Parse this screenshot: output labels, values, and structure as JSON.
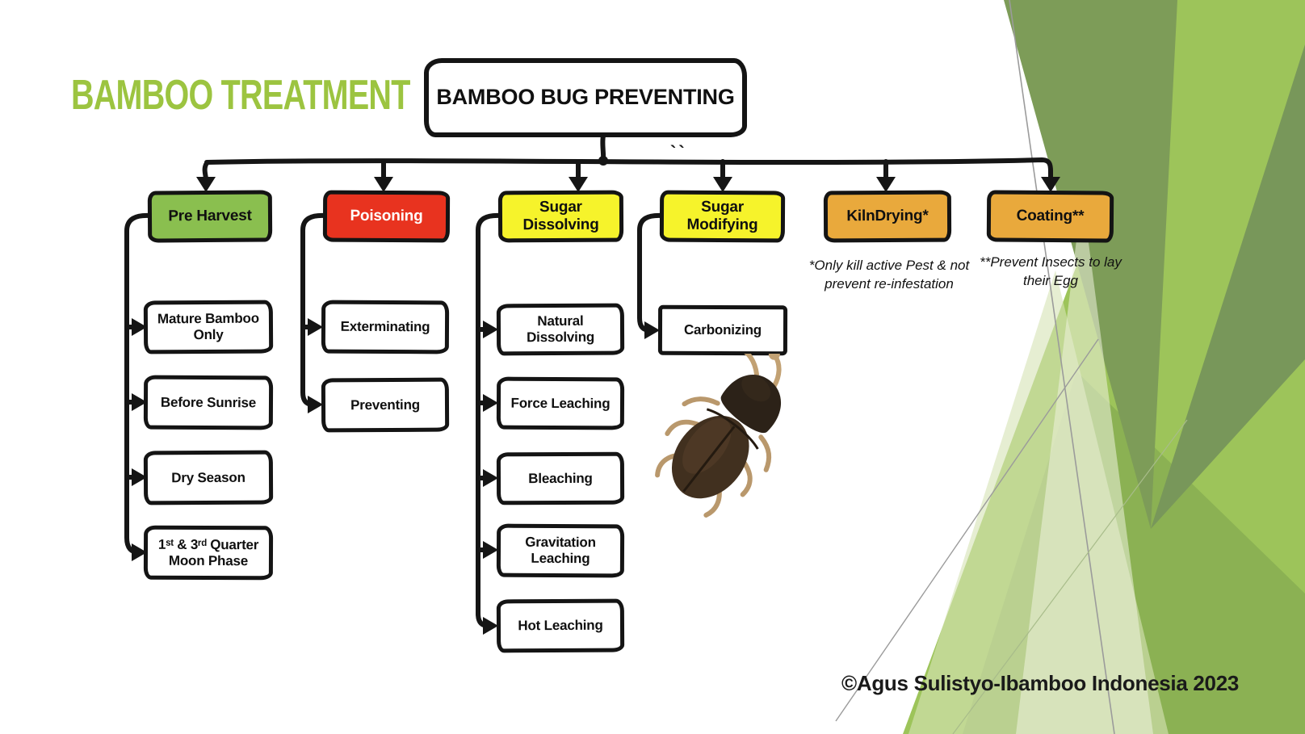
{
  "slide": {
    "title": "BAMBOO TREATMENT",
    "stray_marks": "``",
    "copyright": "©Agus Sulistyo-Ibamboo Indonesia 2023"
  },
  "tree": {
    "root": "BAMBOO BUG PREVENTING",
    "branches": [
      {
        "label": "Pre Harvest",
        "fill": "#8abf4f",
        "text_color": "#101010",
        "children": [
          "Mature Bamboo Only",
          "Before Sunrise",
          "Dry Season",
          "1ˢᵗ & 3ʳᵈ Quarter Moon Phase"
        ]
      },
      {
        "label": "Poisoning",
        "fill": "#e8331f",
        "text_color": "#ffffff",
        "children": [
          "Exterminating",
          "Preventing"
        ]
      },
      {
        "label": "Sugar Dissolving",
        "fill": "#f6f32b",
        "text_color": "#101010",
        "children": [
          "Natural Dissolving",
          "Force Leaching",
          "Bleaching",
          "Gravitation Leaching",
          "Hot Leaching"
        ]
      },
      {
        "label": "Sugar Modifying",
        "fill": "#f6f32b",
        "text_color": "#101010",
        "children": [
          "Carbonizing"
        ]
      },
      {
        "label": "KilnDrying*",
        "fill": "#e9a93c",
        "text_color": "#101010",
        "children": [],
        "footnote": "*Only kill active Pest & not prevent re-infestation"
      },
      {
        "label": "Coating**",
        "fill": "#e9a93c",
        "text_color": "#101010",
        "children": [],
        "footnote": "**Prevent Insects to lay their Egg"
      }
    ]
  },
  "figure": {
    "beetle": "bamboo-powderpost-beetle-photo"
  },
  "colors": {
    "title_green": "#9cc440",
    "box_green": "#8abf4f",
    "box_red": "#e8331f",
    "box_yellow": "#f6f32b",
    "box_orange": "#e9a93c",
    "line_black": "#141414",
    "bg_green_bright": "#9dc45a",
    "bg_green_dark": "#7d9c58",
    "bg_green_medium": "#8ab153",
    "bg_green_pale": "#d7e4b6"
  }
}
